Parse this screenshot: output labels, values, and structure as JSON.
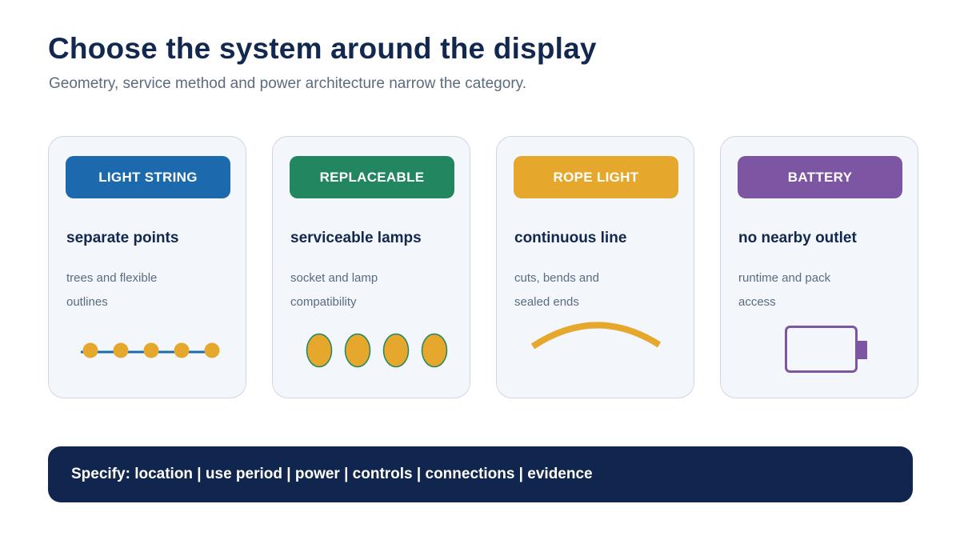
{
  "title": "Choose the system around the display",
  "subtitle": "Geometry, service method and power architecture narrow the category.",
  "cards": [
    {
      "badge": "LIGHT STRING",
      "heading": "separate points",
      "description": "trees and flexible outlines",
      "color": "#1c6aad",
      "icon": "string-lights-icon"
    },
    {
      "badge": "REPLACEABLE",
      "heading": "serviceable lamps",
      "description": "socket and lamp compatibility",
      "color": "#228660",
      "icon": "bulbs-icon"
    },
    {
      "badge": "ROPE LIGHT",
      "heading": "continuous line",
      "description": "cuts, bends and sealed ends",
      "color": "#e5a82c",
      "icon": "rope-arc-icon"
    },
    {
      "badge": "BATTERY",
      "heading": "no nearby outlet",
      "description": "runtime and pack access",
      "color": "#7c56a3",
      "icon": "battery-icon"
    }
  ],
  "footer": {
    "text": "Specify: location | use period | power | controls | connections | evidence"
  },
  "colors": {
    "navy": "#12284f",
    "muted": "#5b6b80",
    "bulb": "#e5a82c",
    "card_bg": "#f3f6fa",
    "card_border": "#cdd7e4"
  }
}
